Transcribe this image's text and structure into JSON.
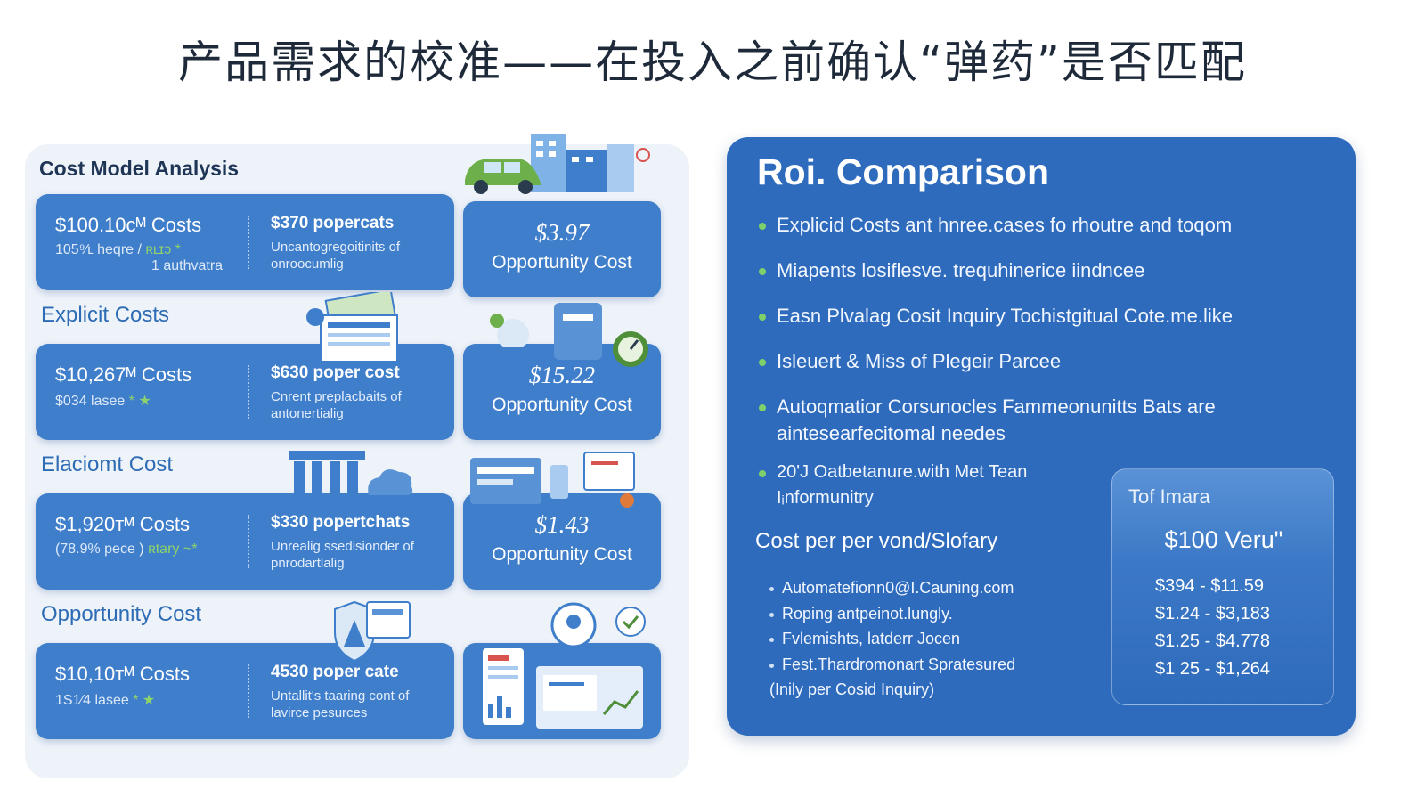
{
  "page_title": "产品需求的校准——在投入之前确认“弹药”是否匹配",
  "left_panel": {
    "header": "Cost Model Analysis",
    "rows": [
      {
        "section_label": "",
        "cost_title": "$100.10ᴄᴹ Costs",
        "cost_sub_1": "105⁹⁄ʟ heqre /",
        "cost_sub_2": "1 authvatra",
        "star_text": "ʀʟɪɔ *",
        "right_title": "$370 popercats",
        "right_sub": "Uncantogregoitinits of onroocumlig",
        "opp_value": "$3.97",
        "opp_label": "Opportunity Cost"
      },
      {
        "section_label": "Explicit Costs",
        "cost_title": "$10,267ᴹ Costs",
        "cost_sub_1": "$034 lasee",
        "cost_sub_2": "",
        "star_text": "* ★",
        "right_title": "$630 poper cost",
        "right_sub": "Cnrent preplacbaits of antonertialig",
        "opp_value": "$15.22",
        "opp_label": "Opportunity Cost"
      },
      {
        "section_label": "Elaciomt Cost",
        "cost_title": "$1,920ᴛᴹ Costs",
        "cost_sub_1": "(78.9% pece )",
        "cost_sub_2": "",
        "star_text": "ʀtary ~*",
        "right_title": "$330 popertchats",
        "right_sub": "Unrealig ssedisionder of pnrodartlalig",
        "opp_value": "$1.43",
        "opp_label": "Opportunity Cost"
      },
      {
        "section_label": "Opportunity Cost",
        "cost_title": "$10,10ᴛᴹ Costs",
        "cost_sub_1": "1S1⁄4 lasee",
        "cost_sub_2": "",
        "star_text": "* ★",
        "right_title": "4530 poper cate",
        "right_sub": "Untallit's taaring cont of lavirce pesurces",
        "opp_value": "",
        "opp_label": ""
      }
    ]
  },
  "right_panel": {
    "title": "Roi. Comparison",
    "bullets": [
      "Explicid Costs ant hnree.cases fo rhoutre and toqom",
      "Miapents losiflesve. trequhinerice iindncee",
      "Easn Plvalag Cosit Inquiry Tochistgitual Cote.me.like",
      "Isleuert & Miss of Plegeir Parcee",
      "Autoqmatior Corsunocles Fammeonunitts Bats are aintesearfecitomal needes",
      "20'J Oatbetanure.with Met Tean Iᵢnformunitry"
    ],
    "cost_per_label": "Cost per per vond/Slofary",
    "sub_bullets": [
      "Automatefionn0@I.Cauning.com",
      "Roping antpeinot.lungly.",
      "Fvlemishts, latderr Jocen",
      "Fest.Thardromonart Spratesured",
      "(Inily per Cosid Inquiry)"
    ],
    "total_box": {
      "title": "Tof Imara",
      "value": "$100 Veru\"",
      "ranges": [
        "$394 - $11.59",
        "$1.24 - $3,183",
        "$1.25 - $4.778",
        "$1 25 - $1,264"
      ]
    }
  },
  "colors": {
    "accent_blue": "#3f7ecb",
    "panel_blue": "#2e6bbd",
    "light_panel": "#eef3fa",
    "bullet_green": "#7fd06a",
    "label_blue": "#2d6cb5"
  }
}
